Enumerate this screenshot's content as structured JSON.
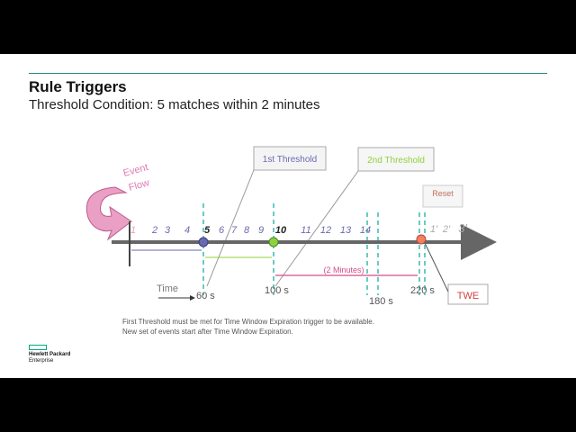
{
  "slide": {
    "title": "Rule Triggers",
    "subtitle": "Threshold Condition: 5 matches within 2 minutes"
  },
  "diagram": {
    "event_flow_label": [
      "Event",
      "Flow"
    ],
    "counts": [
      "1",
      "2",
      "3",
      "4",
      "5",
      "6",
      "7",
      "8",
      "9",
      "10",
      "11",
      "12",
      "13",
      "14"
    ],
    "reset_counts": [
      "1'",
      "2'",
      "3'"
    ],
    "threshold1_callout": "1st Threshold",
    "threshold2_callout": "2nd Threshold",
    "reset_label": "Reset",
    "twe_label": "TWE",
    "window_label": "(2 Minutes)",
    "time_label": "Time",
    "time_ticks": [
      "60 s",
      "100 s",
      "180 s",
      "220 s"
    ],
    "notes": [
      "First Threshold must be met for Time Window Expiration trigger to be available.",
      "New set of events start after Time Window Expiration."
    ]
  },
  "colors": {
    "accent_teal": "#1f8a86",
    "threshold1": "#6a6ab0",
    "threshold2": "#8fd13a",
    "window_pink": "#d64a8a",
    "event_flow_pink": "#e9a0c4",
    "twe_red": "#d04040",
    "marker_dash": "#3ab8b0"
  },
  "logo": {
    "lines": [
      "Hewlett Packard",
      "Enterprise"
    ]
  }
}
